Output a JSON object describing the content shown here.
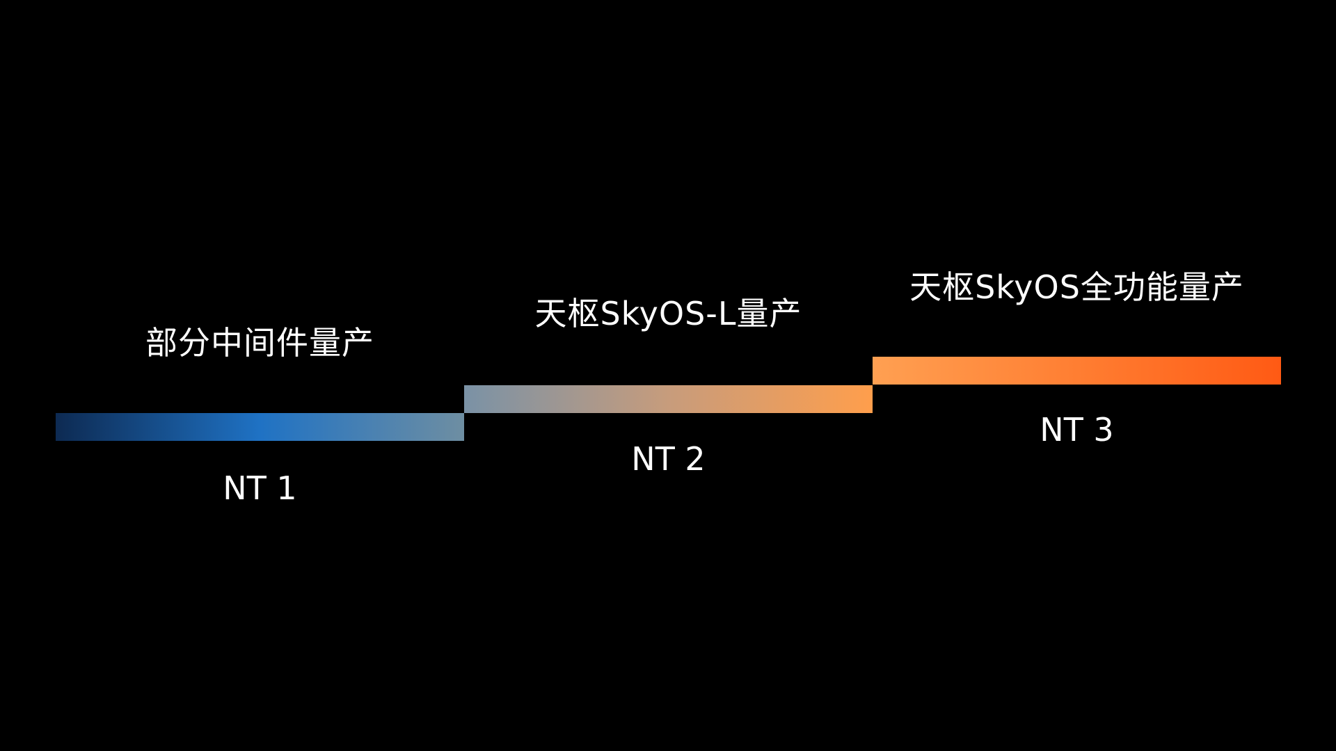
{
  "stages": [
    {
      "title": "部分中间件量产",
      "label": "NT 1",
      "gradient": [
        "#0d2a52",
        "#1f72c4",
        "#6e8ea2"
      ]
    },
    {
      "title": "天枢SkyOS-L量产",
      "label": "NT 2",
      "gradient": [
        "#7a92a6",
        "#c79c7c",
        "#ff9e4c"
      ]
    },
    {
      "title": "天枢SkyOS全功能量产",
      "label": "NT 3",
      "gradient": [
        "#ffa052",
        "#ff7e32",
        "#ff5a14"
      ]
    }
  ],
  "colors": {
    "background": "#000000",
    "text": "#ffffff"
  }
}
